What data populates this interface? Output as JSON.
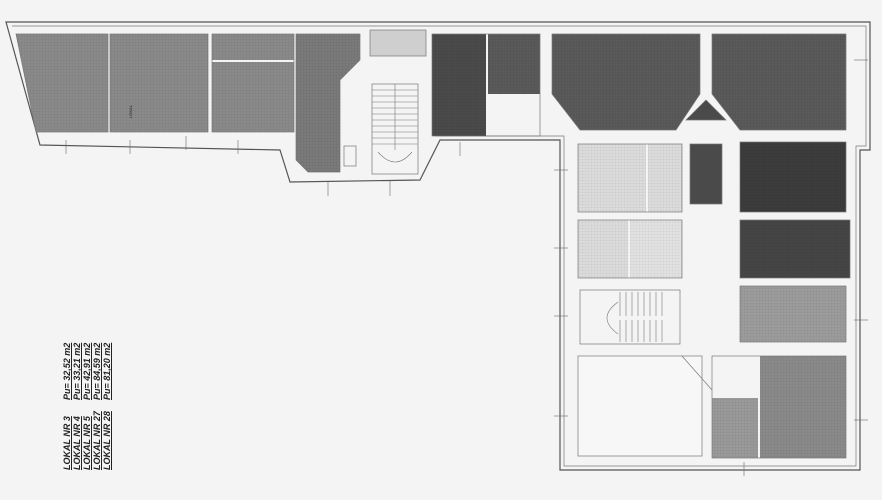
{
  "colors": {
    "background": "#f4f4f4",
    "unit_light": "#8a8a8a",
    "unit_medium": "#7a7a7a",
    "unit_dark": "#4a4a4a",
    "unit_darkest": "#3c3c3c",
    "unit_pale": "#dcdcdc",
    "unit_gray": "#9c9c9c",
    "wall": "#555555"
  },
  "legend": [
    {
      "unit": "LOKAL NR 3",
      "area": "Pu= 32,52 m2"
    },
    {
      "unit": "LOKAL NR 4",
      "area": "Pu= 33,21 m2"
    },
    {
      "unit": "LOKAL NR 5",
      "area": "Pu= 42,91 m2"
    },
    {
      "unit": "LOKAL NR 27",
      "area": "Pu= 84,59 m2"
    },
    {
      "unit": "LOKAL NR 28",
      "area": "Pu= 81,20 m2"
    }
  ]
}
